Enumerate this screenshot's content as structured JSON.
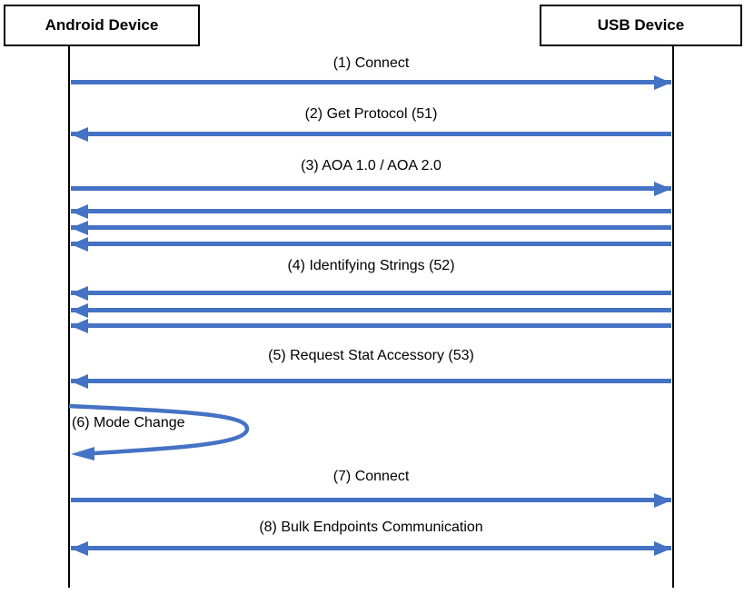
{
  "diagram": {
    "type": "sequence-diagram",
    "actors": [
      {
        "label": "Android Device"
      },
      {
        "label": "USB Device"
      }
    ],
    "messages": [
      {
        "label": "(1) Connect",
        "arrows": [
          "right"
        ]
      },
      {
        "label": "(2) Get Protocol (51)",
        "arrows": [
          "left"
        ]
      },
      {
        "label": "(3) AOA 1.0 / AOA 2.0",
        "arrows": [
          "right",
          "left",
          "left",
          "left"
        ]
      },
      {
        "label": "(4) Identifying Strings (52)",
        "arrows": [
          "left",
          "left",
          "left"
        ]
      },
      {
        "label": "(5) Request Stat Accessory (53)",
        "arrows": [
          "left"
        ]
      },
      {
        "label": "(6) Mode Change",
        "arrows": [
          "self-loop"
        ]
      },
      {
        "label": "(7) Connect",
        "arrows": [
          "right"
        ]
      },
      {
        "label": "(8) Bulk Endpoints Communication",
        "arrows": [
          "both"
        ]
      }
    ],
    "colors": {
      "arrow": "#4472C4",
      "lifeline": "#000000",
      "box_border": "#000000",
      "background": "#FFFFFF",
      "text": "#000000"
    }
  }
}
